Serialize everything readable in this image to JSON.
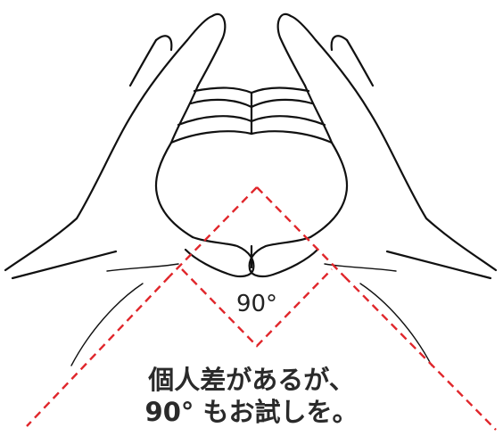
{
  "diagram": {
    "angle_label": "90°",
    "caption": {
      "line1": "個人差があるが、",
      "line2": "90° もお試しを。"
    },
    "colors": {
      "outline": "#111111",
      "guide": "#e0262b",
      "text": "#2a2a2a"
    },
    "icons": {
      "hands": "hands-triangle-gesture-illustration",
      "guide": "right-angle-dashed-guide"
    }
  }
}
